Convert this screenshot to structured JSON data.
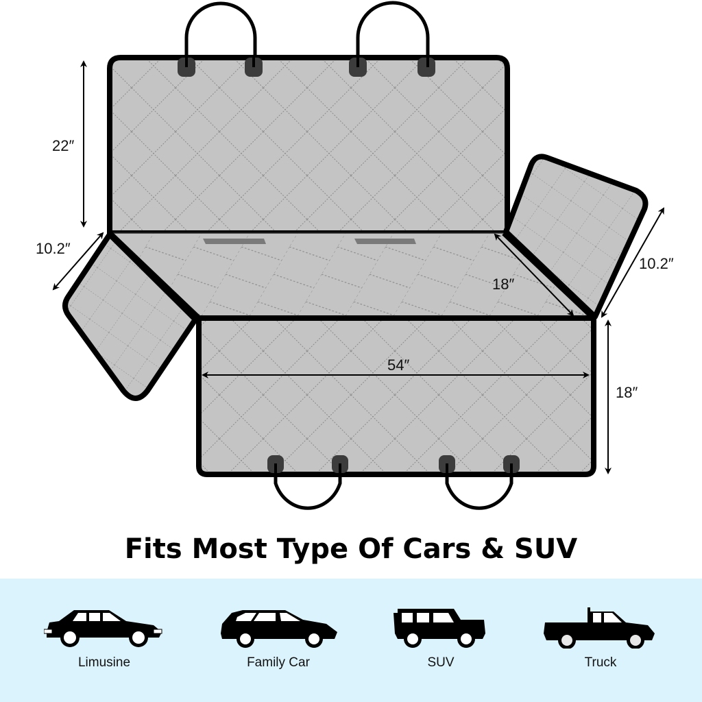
{
  "diagram": {
    "subject": "pet seat cover dimensions",
    "colors": {
      "fabric": "#c4c4c4",
      "outline": "#000000",
      "stitch": "#8a8a8a",
      "anchor_tab": "#3c3c3c"
    },
    "dimensions": {
      "backrest_height": "22″",
      "left_flap_width": "10.2″",
      "right_flap_width": "10.2″",
      "seat_depth": "18″",
      "seat_width": "54″",
      "front_height": "18″"
    },
    "headrest_straps": 2,
    "bottom_straps": 2
  },
  "headline": "Fits Most Type Of Cars & SUV",
  "vehicles": {
    "band_color": "#dbf3fd",
    "items": [
      {
        "label": "Limusine",
        "icon": "sedan-icon"
      },
      {
        "label": "Family Car",
        "icon": "station-wagon-icon"
      },
      {
        "label": "SUV",
        "icon": "suv-icon"
      },
      {
        "label": "Truck",
        "icon": "pickup-truck-icon"
      }
    ]
  }
}
